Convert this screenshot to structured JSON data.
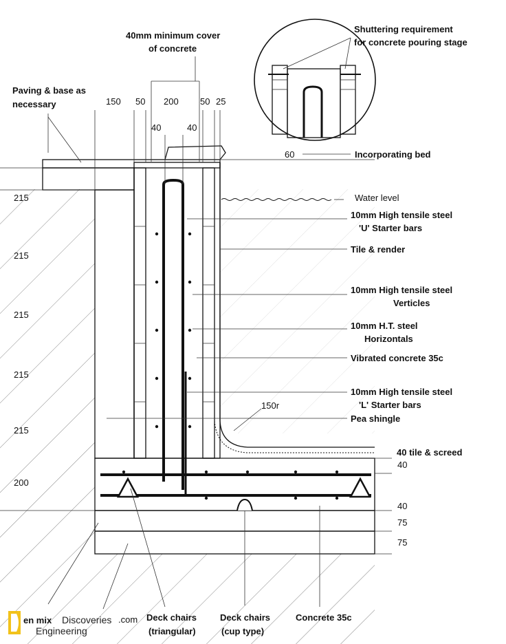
{
  "labels": {
    "min_cover_1": "40mm minimum cover",
    "min_cover_2": "of concrete",
    "shuttering_1": "Shuttering requirement",
    "shuttering_2": "for concrete pouring stage",
    "paving_1": "Paving & base as",
    "paving_2": "necessary",
    "incorporating_bed": "Incorporating bed",
    "water_level": "Water level",
    "u_starter_1": "10mm High tensile steel",
    "u_starter_2": "'U' Starter bars",
    "tile_render": "Tile & render",
    "verticles_1": "10mm High tensile steel",
    "verticles_2": "Verticles",
    "horizontals_1": "10mm H.T. steel",
    "horizontals_2": "Horizontals",
    "vibrated": "Vibrated concrete 35c",
    "l_starter_1": "10mm High tensile steel",
    "l_starter_2": "'L' Starter bars",
    "pea_shingle": "Pea shingle",
    "tile_screed": "40 tile & screed",
    "mix_partial": "en mix",
    "deck_tri_1": "Deck chairs",
    "deck_tri_2": "(triangular)",
    "deck_cup_1": "Deck chairs",
    "deck_cup_2": "(cup type)",
    "concrete_35c": "Concrete 35c"
  },
  "dimensions": {
    "top_150": "150",
    "top_50a": "50",
    "top_200": "200",
    "top_50b": "50",
    "top_25": "25",
    "cover_40a": "40",
    "cover_40b": "40",
    "bed_60": "60",
    "radius_150r": "150r",
    "left_215": [
      "215",
      "215",
      "215",
      "215",
      "215"
    ],
    "left_200": "200",
    "right_40a": "40",
    "right_40b": "40",
    "right_75a": "75",
    "right_75b": "75"
  },
  "watermark": {
    "line1": "Discoveries",
    "line2": "Engineering",
    "suffix": ".com"
  }
}
